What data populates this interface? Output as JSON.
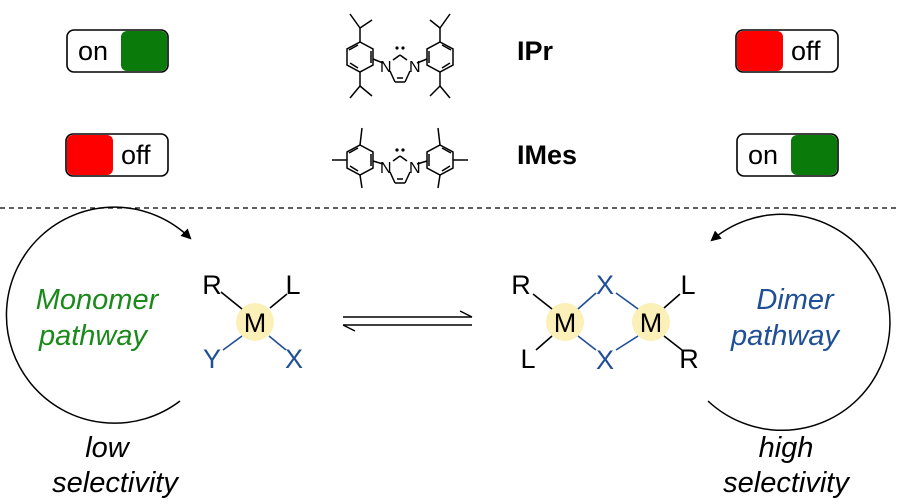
{
  "switches": {
    "ipr_left": "on",
    "ipr_right": "off",
    "imes_left": "off",
    "imes_right": "on"
  },
  "ligands": {
    "ipr": "IPr",
    "imes": "IMes",
    "nitrogen": "N"
  },
  "monomer": {
    "label_line1": "Monomer",
    "label_line2": "pathway",
    "selectivity_line1": "low",
    "selectivity_line2": "selectivity",
    "metal": "M",
    "r": "R",
    "l": "L",
    "y": "Y",
    "x": "X"
  },
  "dimer": {
    "label_line1": "Dimer",
    "label_line2": "pathway",
    "selectivity_line1": "high",
    "selectivity_line2": "selectivity",
    "metal": "M",
    "r": "R",
    "l": "L",
    "x": "X"
  },
  "colors": {
    "on": "#0a7a0a",
    "off": "#ff0000",
    "monomer_text": "#1a8a1a",
    "dimer_text": "#1f4f96",
    "x_ligand": "#1f4f96",
    "metal_highlight": "#fbf0b8"
  }
}
